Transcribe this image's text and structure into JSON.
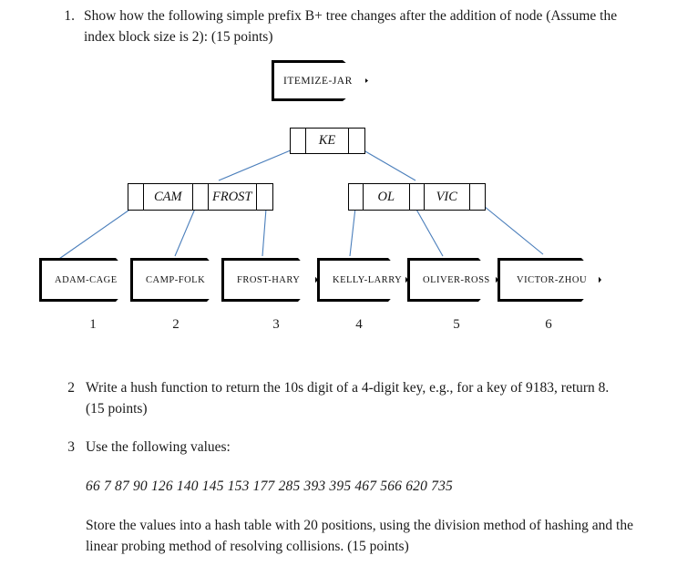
{
  "document": {
    "questions": [
      {
        "number": "1.",
        "text": "Show how the following simple prefix B+ tree changes after the addition of node (Assume the index block size is 2):  (15 points)"
      },
      {
        "number": "2",
        "text": "Write a hush function to return the 10s digit of a 4-digit key, e.g., for a key of 9183, return 8. (15 points)"
      },
      {
        "number": "3",
        "text": "Use the following values:",
        "values_line": "66 7 87 90 126 140 145 153 177 285 393 395 467 566 620 735",
        "followup": "Store the values into a hash table with 20 positions, using the division method of hashing and the linear probing method of resolving collisions. (15 points)"
      }
    ]
  },
  "diagram": {
    "root_data_node": {
      "label": "ITEMIZE-JAR"
    },
    "index_root": {
      "keys": [
        "KE"
      ]
    },
    "index_left": {
      "keys": [
        "CAM",
        "FROST"
      ]
    },
    "index_right": {
      "keys": [
        "OL",
        "VIC"
      ]
    },
    "leaves": [
      {
        "label": "ADAM-CAGE",
        "number": "1"
      },
      {
        "label": "CAMP-FOLK",
        "number": "2"
      },
      {
        "label": "FROST-HARY",
        "number": "3"
      },
      {
        "label": "KELLY-LARRY",
        "number": "4"
      },
      {
        "label": "OLIVER-ROSS",
        "number": "5"
      },
      {
        "label": "VICTOR-ZHOU",
        "number": "6"
      }
    ],
    "colors": {
      "node_border": "#000000",
      "connector_line": "#4a7ebb",
      "background": "#ffffff",
      "text": "#1a1a1a"
    }
  }
}
